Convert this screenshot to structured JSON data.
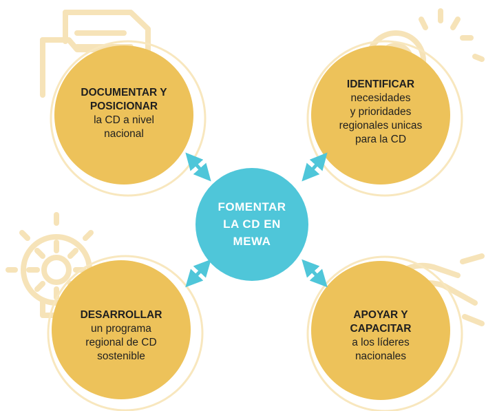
{
  "colors": {
    "gold": "#EDC25A",
    "ring": "#F8E7BE",
    "icon_outline": "#F6E3B8",
    "center": "#4FC6D9",
    "arrow": "#4FC6D9"
  },
  "center": {
    "lines": [
      "FOMENTAR",
      "LA CD EN",
      "MEWA"
    ]
  },
  "nodes": [
    {
      "id": "top-left",
      "icon": "document-folder-icon",
      "heading": [
        "DOCUMENTAR Y",
        "POSICIONAR"
      ],
      "body": [
        "la CD a nivel",
        "nacional"
      ]
    },
    {
      "id": "top-right",
      "icon": "magnifier-target-icon",
      "heading": [
        "IDENTIFICAR"
      ],
      "body": [
        "necesidades",
        "y prioridades",
        "regionales unicas",
        "para la CD"
      ]
    },
    {
      "id": "bottom-left",
      "icon": "lightbulb-gear-icon",
      "heading": [
        "DESARROLLAR"
      ],
      "body": [
        "un programa",
        "regional de CD",
        "sostenible"
      ]
    },
    {
      "id": "bottom-right",
      "icon": "handshake-icon",
      "heading": [
        "APOYAR Y",
        "CAPACITAR"
      ],
      "body": [
        "a los líderes",
        "nacionales"
      ]
    }
  ]
}
